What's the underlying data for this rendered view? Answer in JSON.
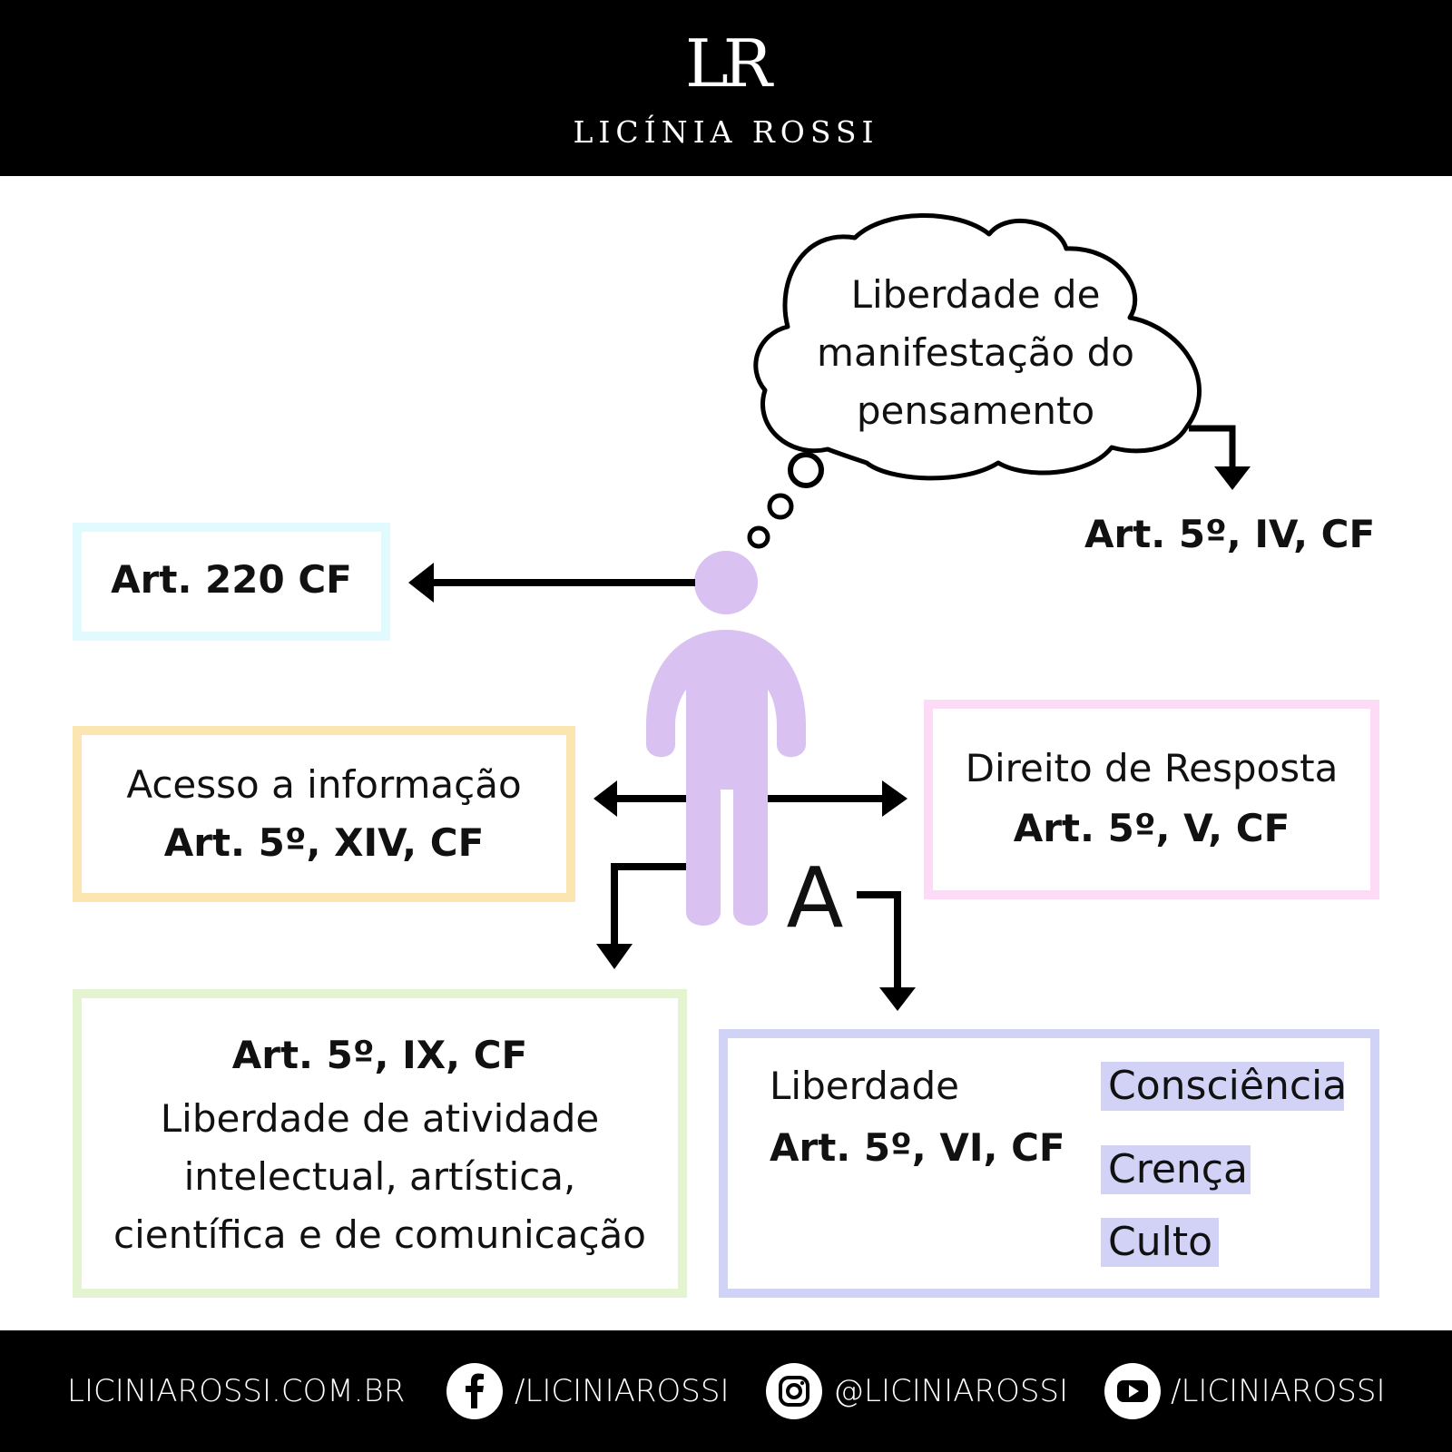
{
  "header": {
    "logo_mark": "LR",
    "brand_name": "LICÍNIA ROSSI"
  },
  "center": {
    "thought": [
      "Liberdade de",
      "manifestação do",
      "pensamento"
    ],
    "thought_ref": "Art. 5º, IV, CF",
    "letter": "A"
  },
  "boxes": {
    "art220": {
      "text": "Art. 220 CF",
      "color": "#e0fafd"
    },
    "acesso": {
      "label": "Acesso a informação",
      "ref": "Art. 5º, XIV, CF",
      "color": "#fbe6b1"
    },
    "resposta": {
      "label": "Direito de Resposta",
      "ref": "Art. 5º, V, CF",
      "color": "#fddaf6"
    },
    "atividade": {
      "ref": "Art. 5º, IX, CF",
      "lines": [
        "Liberdade de atividade",
        "intelectual, artística,",
        "científica e de comunicação"
      ],
      "color": "#e5f4d0"
    },
    "liberdade": {
      "label": "Liberdade",
      "ref": "Art. 5º, VI, CF",
      "items": [
        "Consciência",
        "Crença",
        "Culto"
      ],
      "color": "#d0d2f6",
      "tag_color": "#d2d2f7"
    }
  },
  "person_color": "#d9c1f1",
  "footer": {
    "site": "LICINIAROSSI.COM.BR",
    "facebook": "/LICINIAROSSI",
    "instagram": "@LICINIAROSSI",
    "youtube": "/LICINIAROSSI"
  }
}
